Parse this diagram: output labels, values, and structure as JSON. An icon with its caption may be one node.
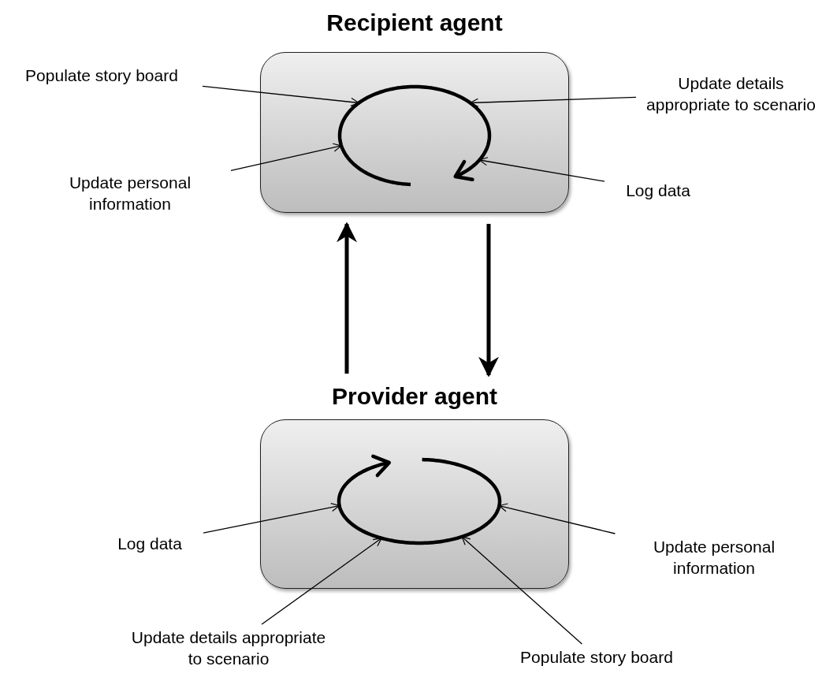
{
  "diagram": {
    "nodes": [
      {
        "text": [
          "Recipient agent"
        ]
      },
      {
        "text": [],
        "shape": "circle",
        "in": 0
      },
      {
        "text": [
          "Populate story board"
        ]
      },
      {
        "text": [
          "Update details appropriate to scenario"
        ]
      },
      {
        "text": [
          "Update personal information"
        ]
      },
      {
        "text": [
          "Log data"
        ]
      },
      {
        "text": [
          "Provider agent"
        ]
      },
      {
        "text": [],
        "shape": "circle",
        "in": 6
      },
      {
        "text": [
          "Log data"
        ]
      },
      {
        "text": [
          "Update personal information"
        ]
      },
      {
        "text": [
          "Update details appropriate to scenario"
        ]
      },
      {
        "text": [
          "Populate story board"
        ]
      }
    ],
    "edges": [
      {
        "from": 2,
        "to": 1,
        "arrow": "to"
      },
      {
        "from": 3,
        "to": 1,
        "arrow": "to"
      },
      {
        "from": 4,
        "to": 1,
        "arrow": "to"
      },
      {
        "from": 5,
        "to": 1,
        "arrow": "to"
      },
      {
        "from": 6,
        "to": 0,
        "arrow": "to",
        "style": "thick"
      },
      {
        "from": 0,
        "to": 6,
        "arrow": "to",
        "style": "thick"
      },
      {
        "from": 8,
        "to": 7,
        "arrow": "to"
      },
      {
        "from": 9,
        "to": 7,
        "arrow": "to"
      },
      {
        "from": 10,
        "to": 7,
        "arrow": "to"
      },
      {
        "from": 11,
        "to": 7,
        "arrow": "to"
      }
    ]
  }
}
